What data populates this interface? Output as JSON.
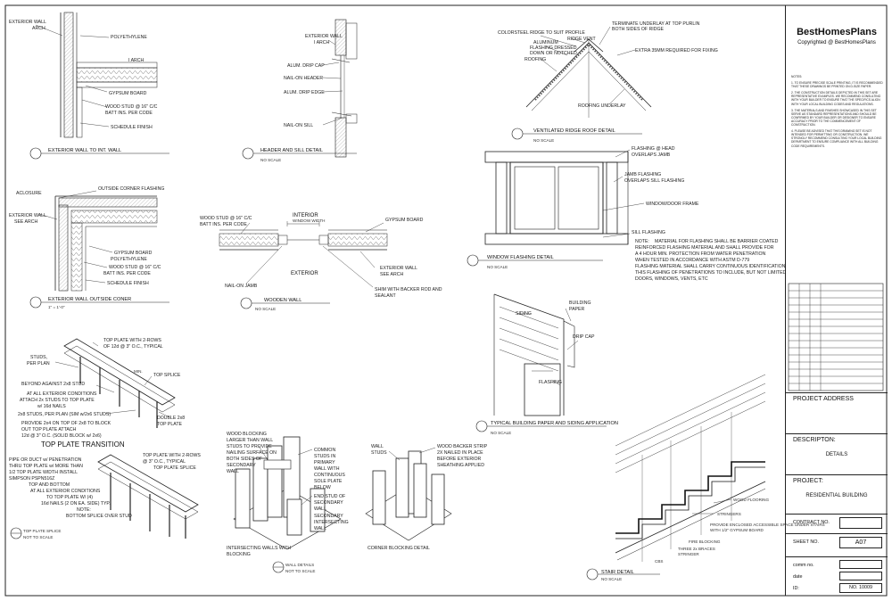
{
  "titleblock": {
    "brand": "BestHomesPlans",
    "copyright": "Copyrighted @ BestHomesPlans",
    "notes_heading": "NOTES:",
    "notes": [
      "1. TO ENSURE PRECISE SCALE PRINTING, IT IS RECOMMENDED THAT THESE DRAWINGS BE PRINTED ON D-SIZE PAPER.",
      "2. THE CONSTRUCTION DETAILS DEPICTED IN THIS SET ARE REPRESENTATIVE EXAMPLES. WE RECOMMEND CONSULTING WITH YOUR BUILDER TO ENSURE THAT THE SPECIFICS ALIGN WITH YOUR LOCAL BUILDING CODES AND REGULATIONS.",
      "3. THE MATERIALS AND FINISHES SHOWCASED IN THIS SET SERVE AS STANDARD REPRESENTATIONS AND SHOULD BE CONFIRMED BY YOUR BUILDER OR DESIGNER TO ENSURE ACCURACY PRIOR TO THE COMMENCEMENT OF CONSTRUCTION.",
      "4. PLEASE BE ADVISED THAT THIS DRAWING SET IS NOT INTENDED FOR PERMITTING OR CONSTRUCTION. WE STRONGLY RECOMMEND CONSULTING YOUR LOCAL BUILDING DEPARTMENT TO ENSURE COMPLIANCE WITH ALL BUILDING CODE REQUIREMENTS."
    ],
    "project_address_label": "PROJECT ADDRESS",
    "description_label": "DESCRIPTON:",
    "description_value": "DETAILS",
    "project_label": "PROJECT:",
    "project_value": "RESIDENTIAL BUILDING",
    "contract_label": "CONTRACT NO.",
    "sheet_label": "SHEET NO.",
    "sheet_value": "A07",
    "comm_label": "comm  no.",
    "date_label": "date",
    "id_label": "ID:",
    "id_value": "NO. 10009"
  },
  "details": {
    "ext_int": {
      "title": "EXTERIOR WALL TO INT. WALL",
      "labels": [
        "EXTERIOR  WALL",
        "ARCH",
        "POLYETHYLENE",
        "I ARCH",
        "GYPSUM BOARD",
        "WOOD STUD @ 16\" C/C",
        "BATT INS. PER CODE",
        "SCHEDULE FINISH"
      ]
    },
    "header_sill": {
      "title": "HEADER AND SILL DETAIL",
      "scale": "NO SCALE",
      "labels": [
        "EXTERIOR  WALL",
        "I ARCH",
        "ALUM. DRIP CAP",
        "NAIL-ON HEADER",
        "ALUM. DRIP EDGE",
        "NAIL-ON SILL"
      ]
    },
    "ridge": {
      "title": "VENTILATED RIDGE ROOF DETAIL",
      "scale": "NO SCALE",
      "labels": [
        "COLORSTEEL RIDGE TO SUIT PROFILE",
        "RIDGE VENT",
        "ALUMINUM",
        "FLASHING DRESSED",
        "DOWN OR NOTCHED",
        "ROOFING",
        "TERMINATE UNDERLAY AT TOP PURLIN",
        "BOTH SIDES OF RIDGE",
        "EXTRA 35MM REQUIRED FOR FIXING",
        "ROOFING UNDERLAY"
      ]
    },
    "corner": {
      "title": "EXTERIOR WALL OUTSIDE CONER",
      "scale": "1\" = 1'-0\"",
      "labels": [
        "ACLOSURE",
        "OUTSIDE CORNER FLASHING",
        "EXTERIOR  WALL",
        "SEE ARCH",
        "GYPSUM BOARD",
        "POLYETHYLENE",
        "WOOD STUD @ 16\" C/C",
        "BATT INS. PER CODE",
        "SCHEDULE FINISH"
      ]
    },
    "wooden_wall": {
      "title": "WOODEN WALL",
      "scale": "NO SCALE",
      "labels": [
        "INTERIOR",
        "WINDOW WIDTH",
        "GYPSUM BOARD",
        "WOOD STUD @ 16\" C/C",
        "BATT INS. PER CODE",
        "EXTERIOR",
        "EXTERIOR  WALL",
        "SEE ARCH",
        "NAIL-ON JAMB",
        "SHIM WITH BACKER ROD AND",
        "SEALANT"
      ]
    },
    "window": {
      "title": "WINDOW FLASHING DETAIL",
      "scale": "NO SCALE",
      "labels": [
        "FLASHING @ HEAD",
        "OVERLAPS JAMB",
        "JAMB FLASHING",
        "OVERLAPS SILL FLASHING",
        "WINDOW/DOOR FRAME",
        "SILL FLASHING"
      ],
      "note_heading": "NOTE:",
      "note_lines": [
        "MATERIAL FOR FLASHING SHALL BE BARRIER COATED",
        "REINFORCED FLASHING MATERIAL AND SHALL PROVIDE FOR",
        "A 4 HOUR MIN. PROTECTION FROM WATER PENETRATION",
        "WHEN TESTED IN ACCORDANCE WITH ASTM D-779",
        "FLASHING MATERIAL SHALL CARRY CONTINUOUS IDENTIFICATION",
        "THIS FLASHING OF PENETRATIONS TO INCLUDE, BUT NOT LIMITED",
        "DOORS, WINDOWS, VENTS, ETC"
      ]
    },
    "top_plate": {
      "title": "TOP PLATE SPLICE",
      "scale": "NOT TO SCALE",
      "heading": "TOP PLATE TRANSITION",
      "labels": [
        "TOP PLATE WITH 2-ROWS",
        "OF 12d @ 3\" O.C., TYPICAL",
        "STUDS,",
        "PER PLAN",
        "MIN.",
        "TOP SPLICE",
        "BEYOND AGAINST 2x8 STUD",
        "AT ALL EXTERIOR CONDITIONS",
        "ATTACH 2x STUDS TO TOP PLATE",
        "w/ 16d NAILS",
        "2x8 STUDS, PER PLAN (SIM w/2x6 STUDS)",
        "DOUBLE 2x8",
        "TOP PLATE",
        "PROVIDE 2x4 ON TOP OF 2x8 TO BLOCK",
        "OUT TOP PLATE ATTACH",
        "12d @ 3\" O.C. (SOLID BLOCK w/ 2x6)",
        "PIPE OR DUCT w/ PENETRATION",
        "THRU TOP PLATE w/ MORE THAN",
        "1/2 TOP PLATE WIDTH INSTALL",
        "SIMPSON PSPN516Z",
        "TOP PLATE WITH 2-ROWS",
        "@ 3\" O.C., TYPICAL",
        "TOP PLATE SPLICE",
        "TOP AND BOTTOM",
        "AT ALL EXTERIOR CONDITIONS",
        "TO TOP PLATE W/ (4)",
        "16d NAILS (2 ON EA. SIDE) TYP.",
        "NOTE:",
        "BOTTOM SPLICE OVER STUD"
      ]
    },
    "intersecting": {
      "title": "INTERSECTING WALLS WITH",
      "title2": "BLOCKING",
      "labels": [
        "WOOD BLOCKING",
        "LARGER THAN WALL",
        "STUDS TO PROVIDE",
        "NAILING SURFACE ON",
        "BOTH SIDES OF",
        "SECONDARY",
        "WALL",
        "COMMON",
        "STUDS IN",
        "PRIMARY",
        "WALL WITH",
        "CONTINUOUS",
        "SOLE PLATE",
        "BELOW",
        "END STUD OF",
        "SECONDARY",
        "WALL",
        "SECONDARY",
        "INTERSECTING",
        "WALL"
      ]
    },
    "corner_block": {
      "title": "CORNER BLOCKING DETAIL",
      "labels": [
        "WALL",
        "STUDS",
        "WOOD BACKER STRIP",
        "2X NAILED IN PLACE",
        "BEFORE EXTERIOR",
        "SHEATHING APPLIED"
      ]
    },
    "wall_details": {
      "title": "WALL DETAILS",
      "scale": "NOT TO SCALE"
    },
    "siding": {
      "title": "TYPICAL BUILDING PAPER AND SIDING APPLICATION",
      "scale": "NO SCALE",
      "labels": [
        "BUILDING",
        "PAPER",
        "SIDING",
        "DRIP CAP",
        "FLASHING"
      ]
    },
    "stair": {
      "title": "STAIR DETAIL",
      "scale": "NO SCALE",
      "labels": [
        "WOOD FLOORING",
        "STRINGERS",
        "PROVIDE ENCLOSED ACCESSIBLE SPACE UNDER STAIRS",
        "WITH 1/2\" GYPSUM BOARD",
        "FIRE BLOCKING",
        "THREE 2x BRACES",
        "STRINGER",
        "CBS"
      ]
    }
  }
}
